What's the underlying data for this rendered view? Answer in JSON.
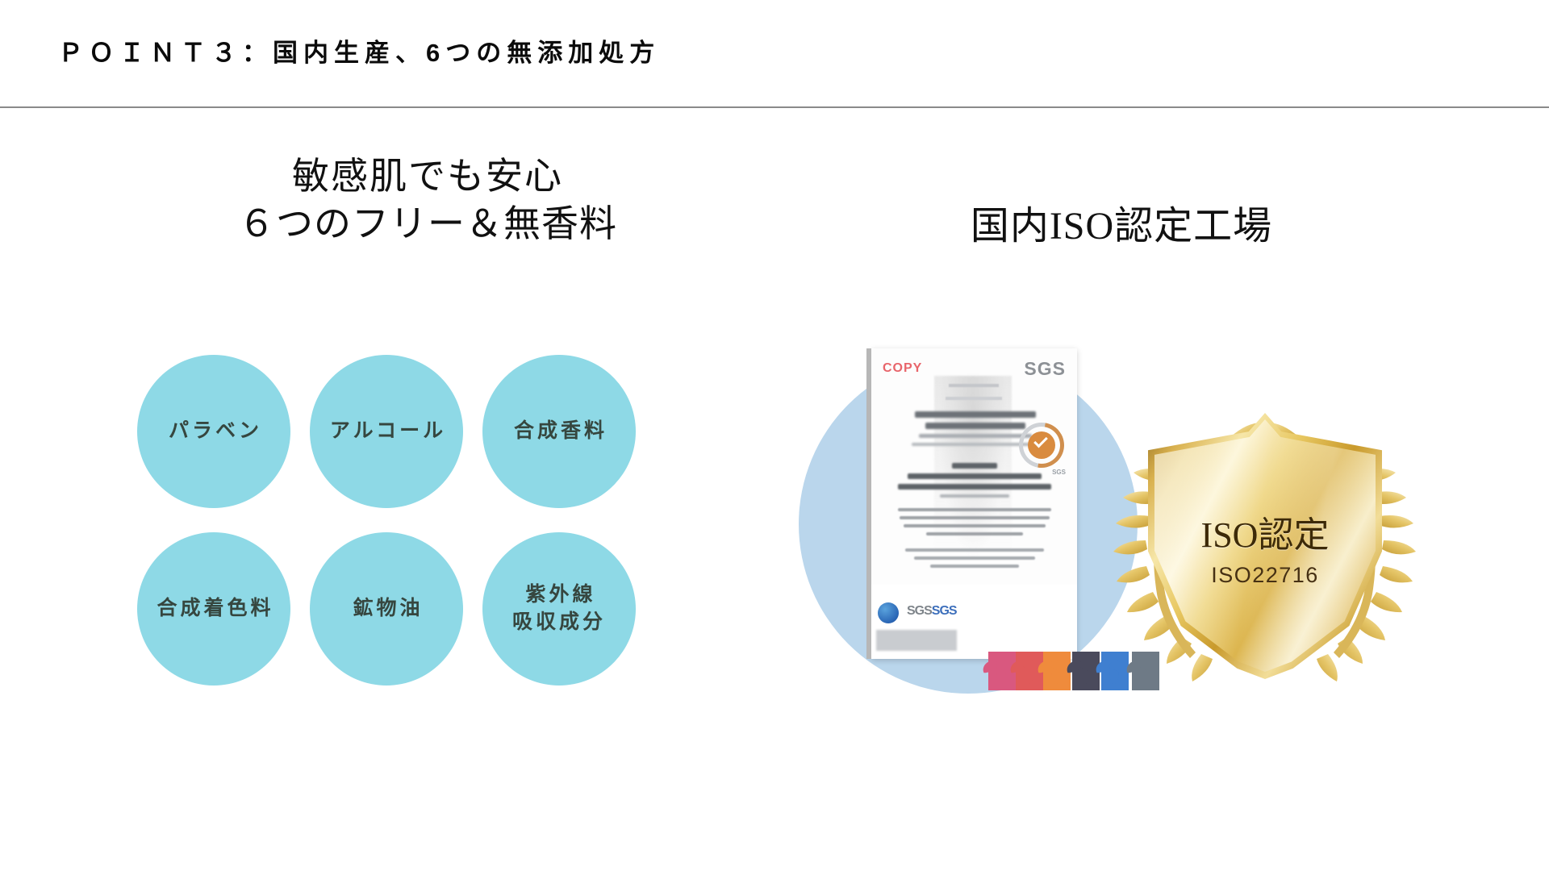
{
  "header": {
    "title": "ＰＯＩＮＴ３：国内生産、6つの無添加処方",
    "rule_color": "#8a8a8a"
  },
  "left": {
    "heading_line1": "敏感肌でも安心",
    "heading_line2": "６つのフリー＆無香料",
    "bubble_color": "#8ed9e6",
    "bubble_text_color": "#36463f",
    "bubbles": [
      {
        "label": "パラベン"
      },
      {
        "label": "アルコール"
      },
      {
        "label": "合成香料"
      },
      {
        "label": "合成着色料"
      },
      {
        "label": "鉱物油"
      },
      {
        "label": "紫外線\n吸収成分"
      }
    ]
  },
  "right": {
    "heading": "国内ISO認定工場",
    "photo_circle_color": "#bad6ec",
    "certificate": {
      "copy_stamp": "COPY",
      "issuer_logo": "SGS",
      "footer_logo_text": "SGS",
      "footer_logo_accent": "SGS"
    },
    "badge": {
      "title": "ISO認定",
      "code": "ISO22716",
      "gold_light": "#fdf6da",
      "gold_mid": "#e8c862",
      "gold_dark": "#8b6517",
      "text_color": "#3d2a08"
    }
  },
  "bird_colors": [
    "#d9587f",
    "#e05a5a",
    "#ef8b3c",
    "#4a4a5c",
    "#3f7fd0",
    "#6e7a86"
  ]
}
